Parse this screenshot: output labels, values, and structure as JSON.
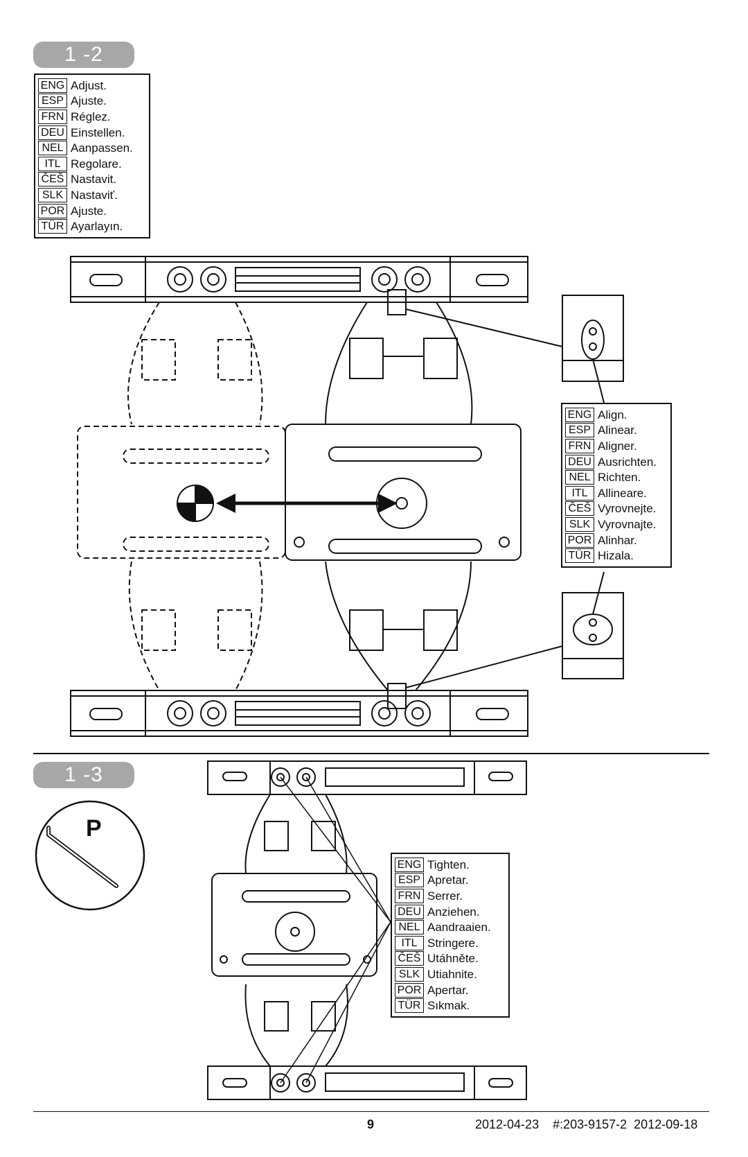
{
  "step_12": {
    "badge": "1 -2",
    "adjust_instructions": [
      {
        "code": "ENG",
        "text": "Adjust."
      },
      {
        "code": "ESP",
        "text": "Ajuste."
      },
      {
        "code": "FRN",
        "text": "Réglez."
      },
      {
        "code": "DEU",
        "text": "Einstellen."
      },
      {
        "code": "NEL",
        "text": "Aanpassen."
      },
      {
        "code": "ITL",
        "text": "Regolare."
      },
      {
        "code": "ČEŠ",
        "text": "Nastavit."
      },
      {
        "code": "SLK",
        "text": "Nastaviť."
      },
      {
        "code": "POR",
        "text": "Ajuste."
      },
      {
        "code": "TÜR",
        "text": "Ayarlayın."
      }
    ],
    "align_instructions": [
      {
        "code": "ENG",
        "text": "Align."
      },
      {
        "code": "ESP",
        "text": "Alinear."
      },
      {
        "code": "FRN",
        "text": "Aligner."
      },
      {
        "code": "DEU",
        "text": "Ausrichten."
      },
      {
        "code": "NEL",
        "text": "Richten."
      },
      {
        "code": "ITL",
        "text": "Allineare."
      },
      {
        "code": "ČEŠ",
        "text": "Vyrovnejte."
      },
      {
        "code": "SLK",
        "text": "Vyrovnajte."
      },
      {
        "code": "POR",
        "text": "Alinhar."
      },
      {
        "code": "TÜR",
        "text": "Hizala."
      }
    ]
  },
  "step_13": {
    "badge": "1 -3",
    "tool_letter": "P",
    "tighten_instructions": [
      {
        "code": "ENG",
        "text": "Tighten."
      },
      {
        "code": "ESP",
        "text": "Apretar."
      },
      {
        "code": "FRN",
        "text": "Serrer."
      },
      {
        "code": "DEU",
        "text": "Anziehen."
      },
      {
        "code": "NEL",
        "text": "Aandraaien."
      },
      {
        "code": "ITL",
        "text": "Stringere."
      },
      {
        "code": "ČEŠ",
        "text": "Utáhněte."
      },
      {
        "code": "SLK",
        "text": "Utiahnite."
      },
      {
        "code": "POR",
        "text": "Apertar."
      },
      {
        "code": "TÜR",
        "text": "Sıkmak."
      }
    ]
  },
  "footer": {
    "page_number": "9",
    "doc_info": "2012-04-23    #:203-9157-2  2012-09-18"
  }
}
